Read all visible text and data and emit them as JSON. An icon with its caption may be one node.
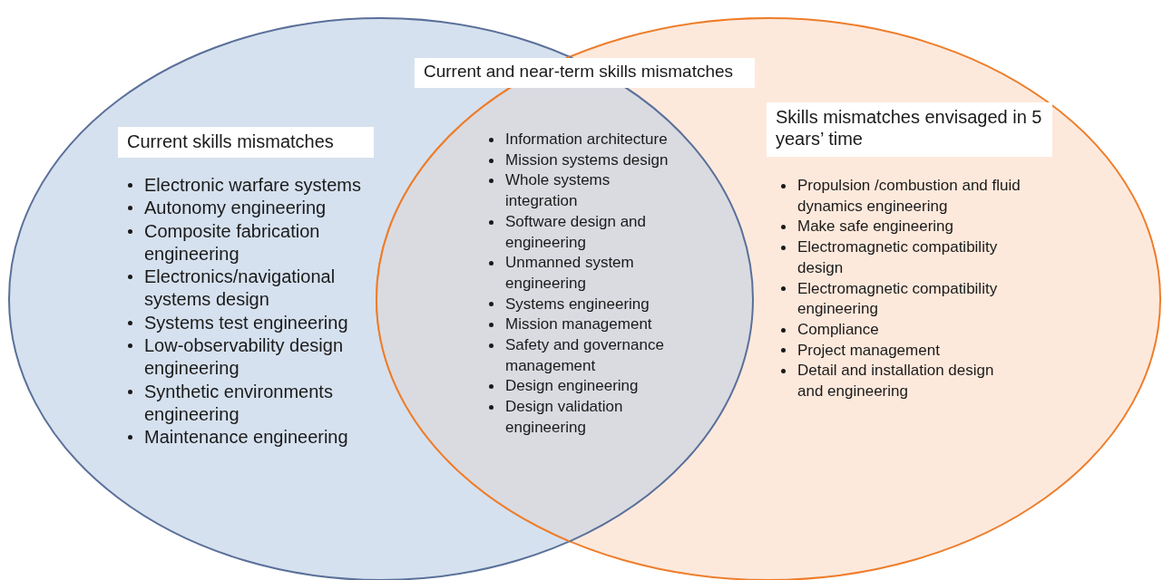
{
  "diagram": {
    "nodes": [
      {
        "text": [
          "Current skills mismatches",
          "Electronic warfare systems",
          "Autonomy engineering",
          "Composite fabrication engineering",
          "Electronics/navigational systems design",
          "Systems test engineering",
          "Low-observability design engineering",
          "Synthetic environments engineering",
          "Maintenance engineering"
        ]
      },
      {
        "text": [
          "Skills mismatches envisaged in 5 years’ time",
          "Propulsion /combustion and fluid dynamics engineering",
          "Make safe engineering",
          "Electromagnetic compatibility design",
          "Electromagnetic compatibility engineering",
          "Compliance",
          "Project management",
          "Detail and installation design and engineering"
        ]
      },
      {
        "text": [
          "Current and near-term skills mismatches",
          "Information architecture",
          "Mission systems design",
          "Whole systems integration",
          "Software design and engineering",
          "Unmanned system engineering",
          "Systems engineering",
          "Mission management",
          "Safety and governance management",
          "Design engineering",
          "Design validation engineering"
        ]
      }
    ]
  }
}
